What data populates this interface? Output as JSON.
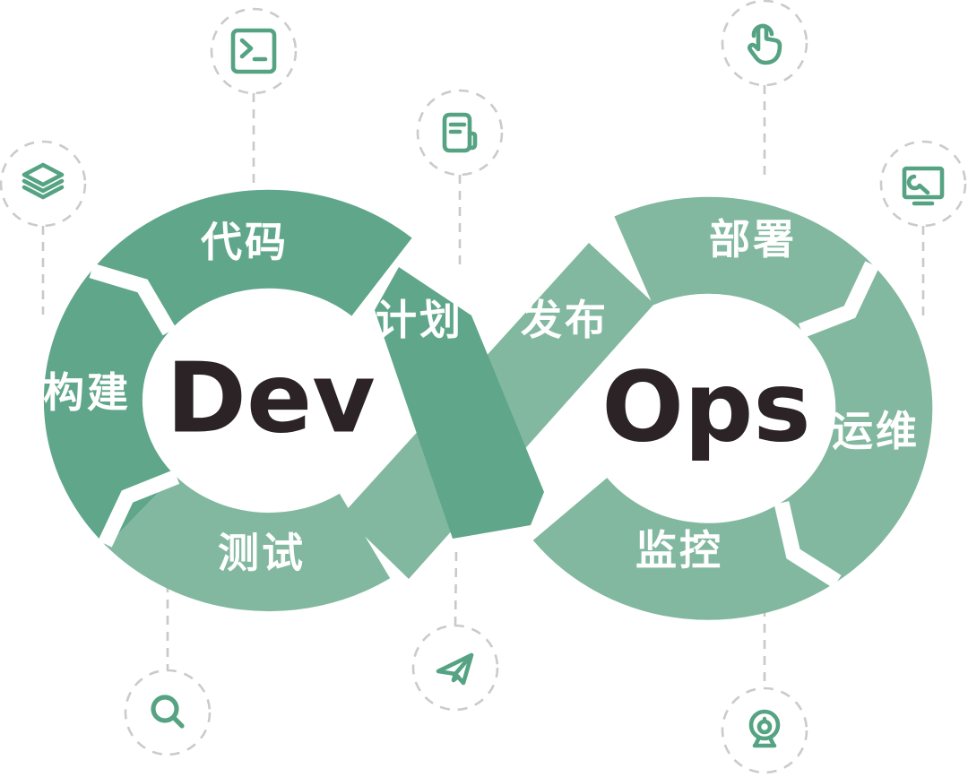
{
  "diagram": {
    "type": "devops-infinity-loop",
    "title_labels": {
      "dev": "Dev",
      "ops": "Ops"
    },
    "stages": {
      "plan": "计划",
      "code": "代码",
      "build": "构建",
      "test": "测试",
      "release": "发布",
      "deploy": "部署",
      "operate": "运维",
      "monitor": "监控"
    },
    "icons": [
      {
        "name": "terminal-icon",
        "position": "top-left"
      },
      {
        "name": "layers-icon",
        "position": "left"
      },
      {
        "name": "news-icon",
        "position": "top-center"
      },
      {
        "name": "tap-icon",
        "position": "top-right"
      },
      {
        "name": "repair-tool-icon",
        "position": "right"
      },
      {
        "name": "search-icon",
        "position": "bottom-left"
      },
      {
        "name": "paper-plane-icon",
        "position": "bottom-center"
      },
      {
        "name": "webcam-icon",
        "position": "bottom-right"
      }
    ],
    "colors": {
      "dark_green": "#5FA68A",
      "light_green": "#82B8A0",
      "icon_green": "#55A383",
      "dash_gray": "#C9CBCC",
      "title_text": "#2B2326",
      "stage_text": "#FFFFFF",
      "background": "#FFFFFF"
    }
  }
}
